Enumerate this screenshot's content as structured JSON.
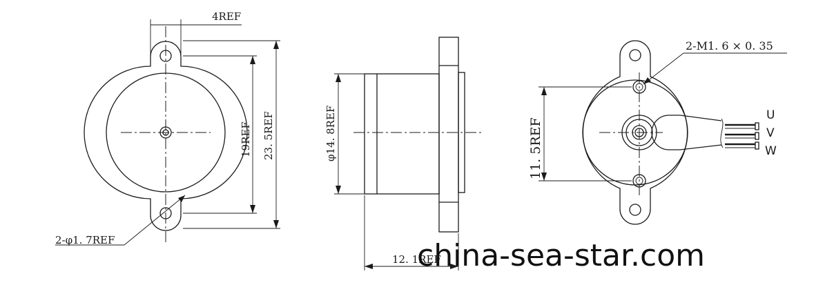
{
  "dimensions": {
    "ref_4": "4REF",
    "ref_19": "19REF",
    "ref_23_5": "23. 5REF",
    "hole_spec": "2-φ1. 7REF",
    "diameter": "φ14. 8REF",
    "depth": "12. 1REF",
    "thread_spec": "2-M1. 6 × 0. 35",
    "ref_11_5": "11. 5REF"
  },
  "wires": {
    "u": "U",
    "v": "V",
    "w": "W"
  },
  "watermark": "china-sea-star.com",
  "line_color": "#1a1a1a"
}
